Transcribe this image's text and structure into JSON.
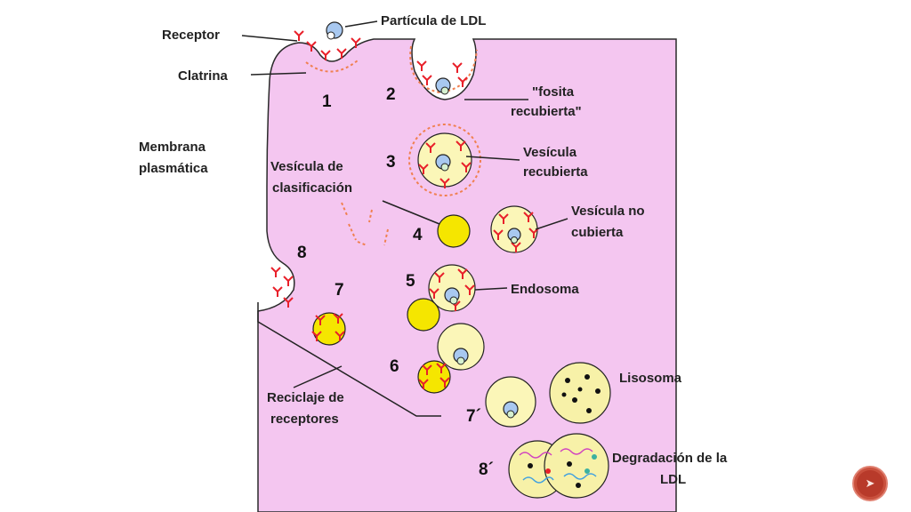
{
  "labels": {
    "receptor": "Receptor",
    "ldl_particle": "Partícula de LDL",
    "clathrin": "Clatrina",
    "coated_pit_line1": "\"fosita",
    "coated_pit_line2": "recubierta\"",
    "plasma_membrane_line1": "Membrana",
    "plasma_membrane_line2": "plasmática",
    "coated_vesicle_line1": "Vesícula",
    "coated_vesicle_line2": "recubierta",
    "sorting_vesicle_line1": "Vesícula de",
    "sorting_vesicle_line2": "clasificación",
    "uncoated_vesicle_line1": "Vesícula no",
    "uncoated_vesicle_line2": "cubierta",
    "endosome": "Endosoma",
    "lysosome": "Lisosoma",
    "receptor_recycling_line1": "Reciclaje de",
    "receptor_recycling_line2": "receptores",
    "ldl_degradation_line1": "Degradación de la",
    "ldl_degradation_line2": "LDL"
  },
  "steps": {
    "s1": "1",
    "s2": "2",
    "s3": "3",
    "s4": "4",
    "s5": "5",
    "s6": "6",
    "s7": "7",
    "s8": "8",
    "s7p": "7´",
    "s8p": "8´"
  },
  "nav": {
    "icon": "arrow-icon"
  },
  "colors": {
    "cytoplasm": "#f4c6f0",
    "receptor": "#e8202a",
    "vesicle_fill": "#fbf6b8",
    "sorting_vesicle": "#f5e600",
    "lysosome": "#f7f1a8",
    "nav_button": "#b83a2a"
  }
}
